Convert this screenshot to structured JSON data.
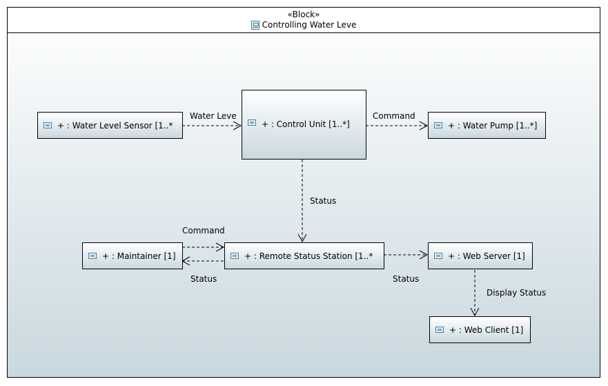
{
  "frame": {
    "stereotype": "«Block»",
    "title": "Controlling Water Leve"
  },
  "parts": {
    "sensor": "+  : Water Level Sensor [1..*",
    "control": "+  : Control Unit [1..*]",
    "pump": "+  : Water Pump [1..*]",
    "maintainer": "+  : Maintainer [1]",
    "remote": "+  : Remote Status Station [1..*",
    "webserver": "+  : Web Server [1]",
    "webclient": "+  : Web Client [1]"
  },
  "connectors": {
    "sensor_to_control": "Water Leve",
    "control_to_pump": "Command",
    "control_to_remote": "Status",
    "maintainer_to_remote": "Command",
    "remote_to_maintainer": "Status",
    "remote_to_webserver": "Status",
    "webserver_to_webclient": "Display Status"
  },
  "colors": {
    "gradient_top": "#ffffff",
    "gradient_bottom": "#c9d8df",
    "icon": "#4d7d9b"
  }
}
